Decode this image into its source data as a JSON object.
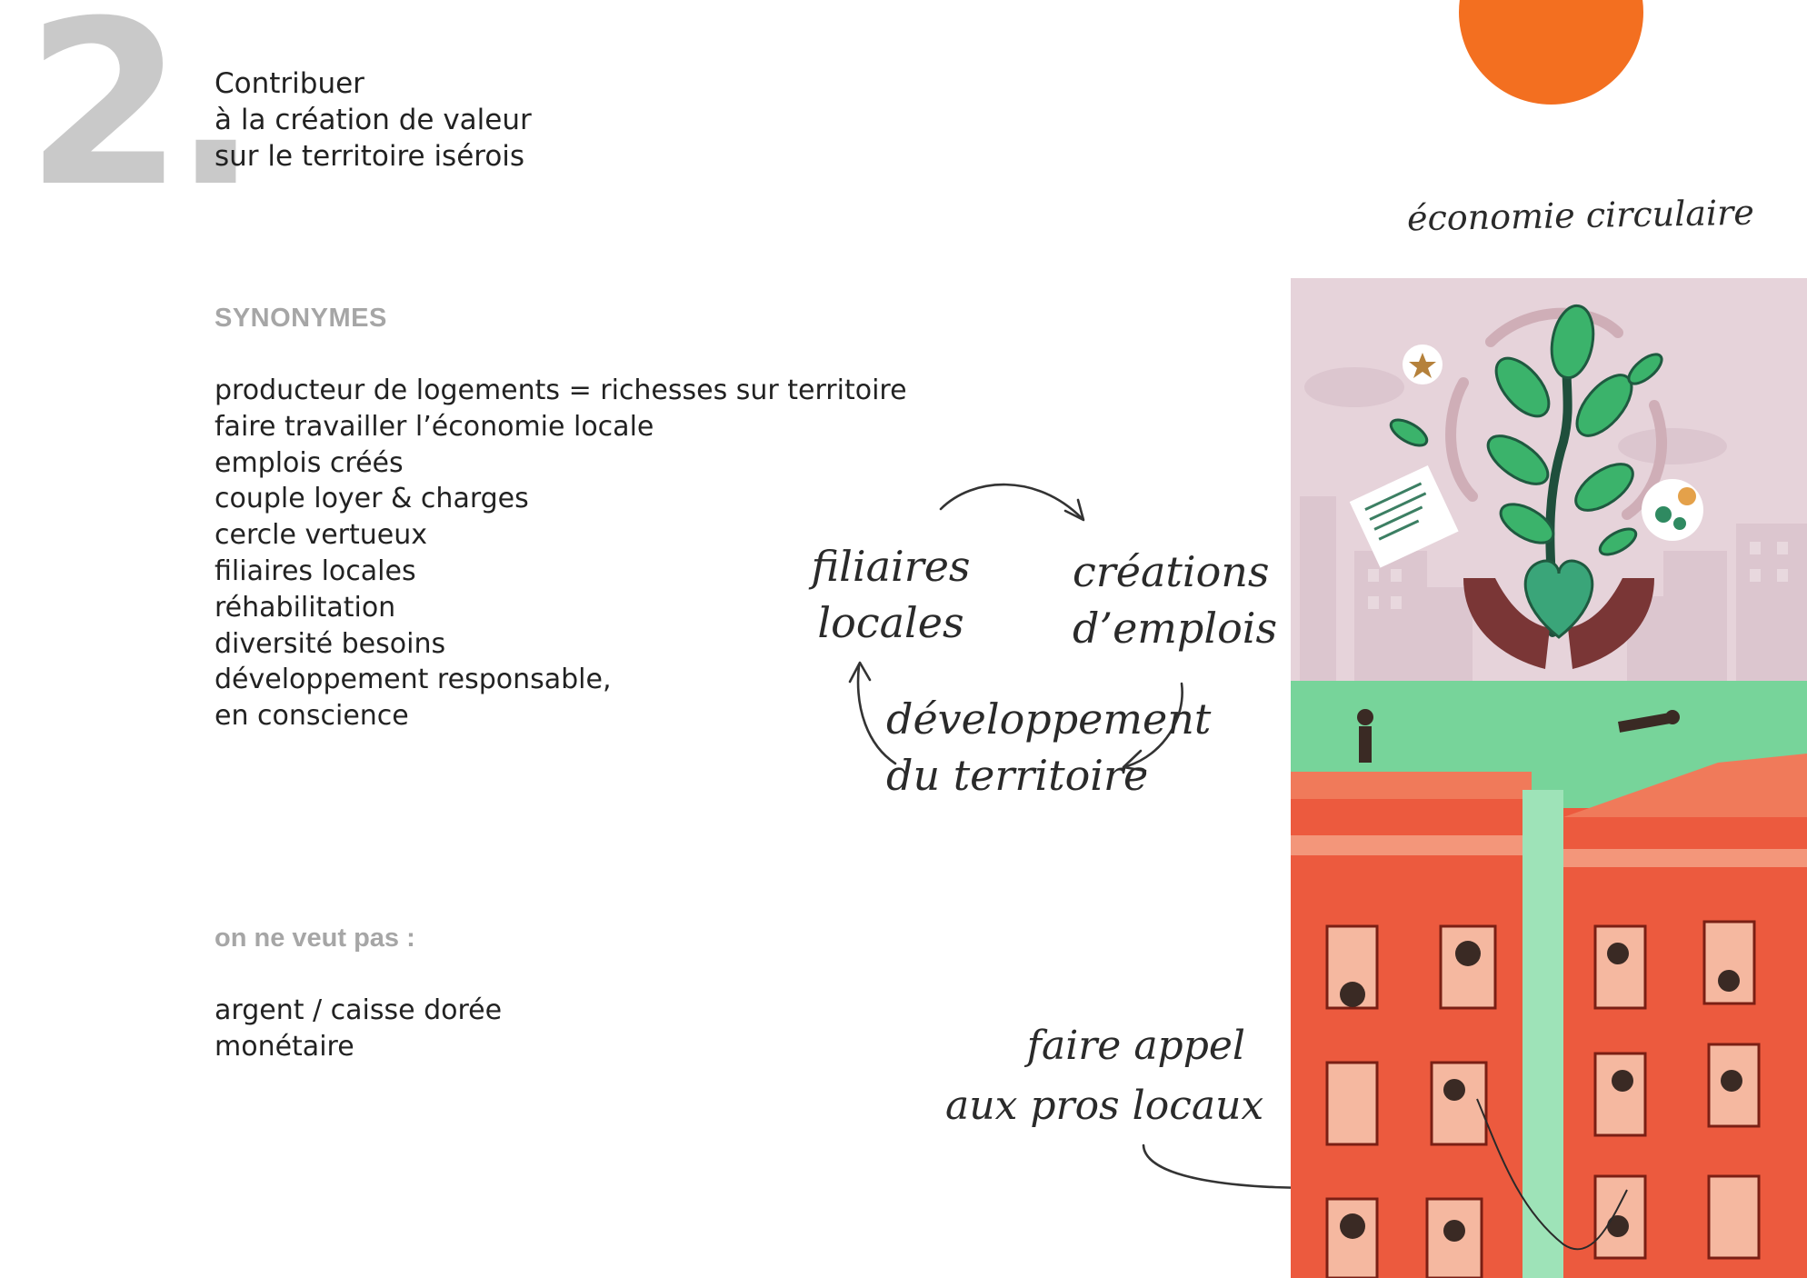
{
  "header": {
    "number": "2.",
    "title_lines": [
      "Contribuer",
      "à la création de valeur",
      "sur le territoire isérois"
    ]
  },
  "side_label": "économie circulaire",
  "synonyms": {
    "heading": "SYNONYMES",
    "items": [
      "producteur de logements = richesses sur territoire",
      "faire travailler l’économie locale",
      "emplois créés",
      "couple loyer & charges",
      "cercle vertueux",
      "filiaires locales",
      "réhabilitation",
      "diversité besoins",
      "développement responsable,",
      "en conscience"
    ]
  },
  "not_wanted": {
    "heading": "on ne veut pas :",
    "items": [
      "argent / caisse dorée",
      "monétaire"
    ]
  },
  "cycle": {
    "left_lines": [
      "filiaires",
      "locales"
    ],
    "right_lines": [
      "créations",
      "d’emplois"
    ],
    "bottom_lines": [
      "développement",
      "du territoire"
    ]
  },
  "callout_lines": [
    "faire appel",
    "aux pros locaux"
  ],
  "colors": {
    "orange": "#f36f20",
    "grey_heading": "#a6a6a6",
    "number_grey": "#c9c9c9",
    "illus_pink": "#e6d3da",
    "illus_green": "#77d49a",
    "brick_red": "#ec5a3e"
  }
}
